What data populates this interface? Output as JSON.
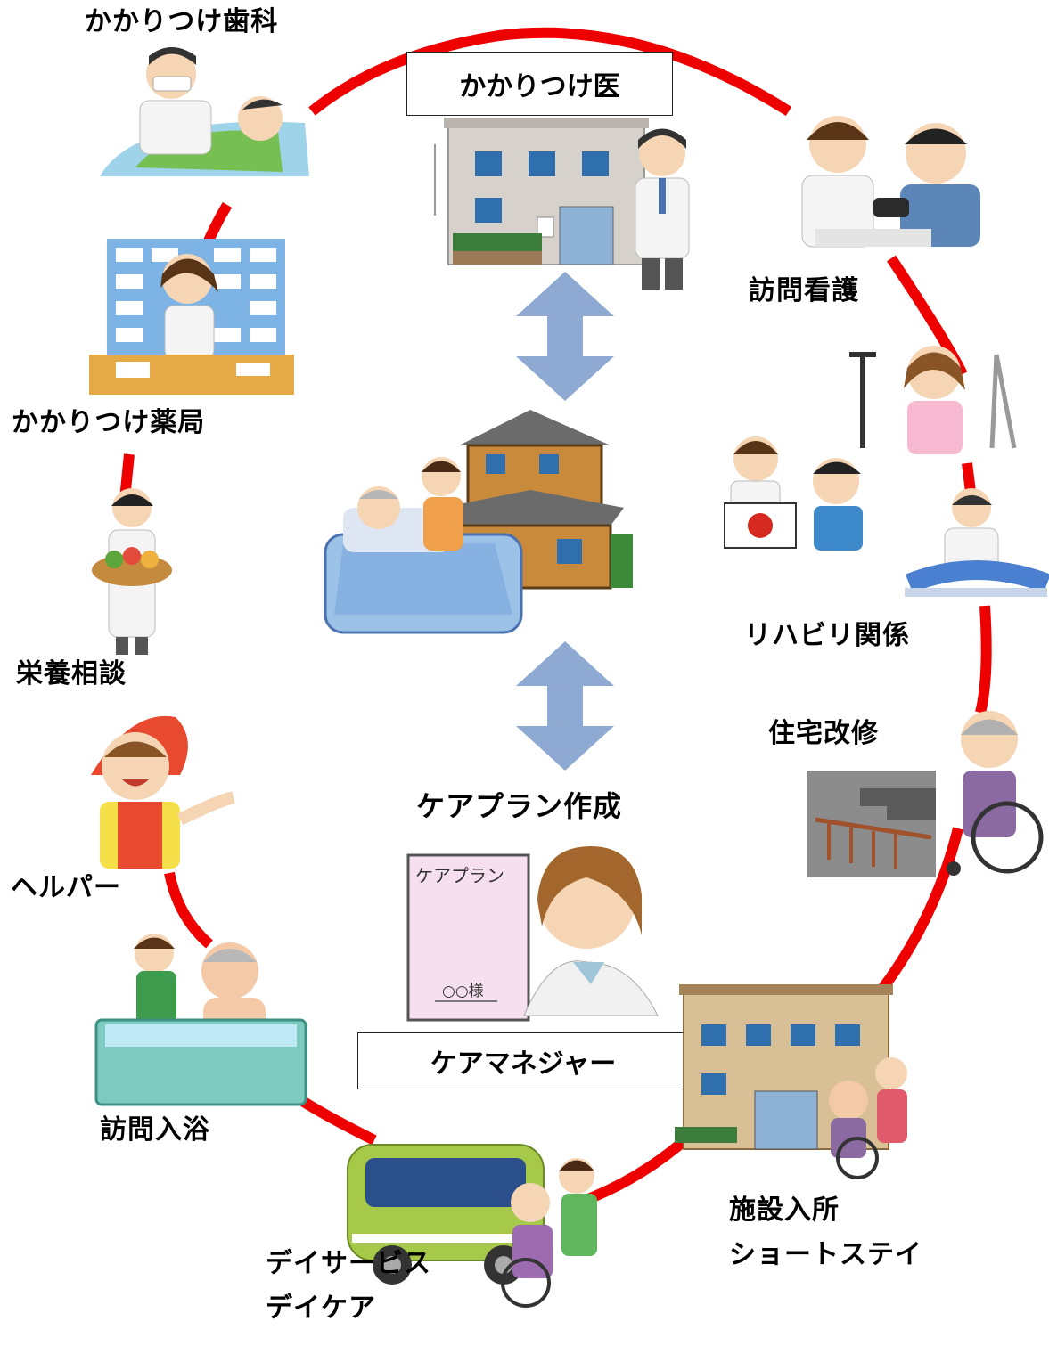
{
  "diagram": {
    "center": {
      "doctor_box_label": "かかりつけ医",
      "care_plan_title": "ケアプラン作成",
      "care_manager_box_label": "ケアマネジャー",
      "document_title": "ケアプラン",
      "document_recipient": "○○様"
    },
    "nodes": [
      {
        "id": "dentist",
        "label": "かかりつけ歯科"
      },
      {
        "id": "pharmacy",
        "label": "かかりつけ薬局"
      },
      {
        "id": "nutrition",
        "label": "栄養相談"
      },
      {
        "id": "helper",
        "label": "ヘルパー"
      },
      {
        "id": "bathing",
        "label": "訪問入浴"
      },
      {
        "id": "dayservice",
        "label_line1": "デイサービス",
        "label_line2": "デイケア"
      },
      {
        "id": "facility",
        "label_line1": "施設入所",
        "label_line2": "ショートステイ"
      },
      {
        "id": "housing",
        "label": "住宅改修"
      },
      {
        "id": "rehab",
        "label": "リハビリ関係"
      },
      {
        "id": "nursing",
        "label": "訪問看護"
      }
    ],
    "colors": {
      "ring": "#ee0000",
      "arrow": "#8eaad2"
    }
  }
}
